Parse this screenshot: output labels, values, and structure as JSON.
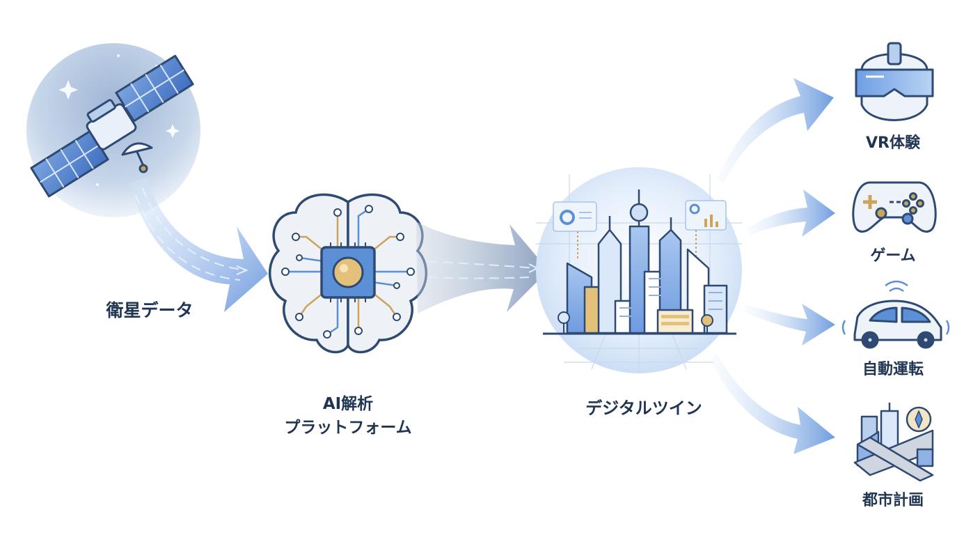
{
  "nodes": {
    "satellite": {
      "label": "衛星データ"
    },
    "ai": {
      "label_line1": "AI解析",
      "label_line2": "プラットフォーム"
    },
    "digital_twin": {
      "label": "デジタルツイン"
    }
  },
  "outputs": [
    {
      "label": "VR体験",
      "icon": "vr-headset-icon"
    },
    {
      "label": "ゲーム",
      "icon": "gamepad-icon"
    },
    {
      "label": "自動運転",
      "icon": "autonomous-car-icon"
    },
    {
      "label": "都市計画",
      "icon": "city-planning-icon"
    }
  ],
  "colors": {
    "text": "#1f3552",
    "primary_blue": "#5b8fd6",
    "light_blue": "#cfe0f5",
    "gold": "#c9a45a",
    "outline": "#2e4a72"
  }
}
